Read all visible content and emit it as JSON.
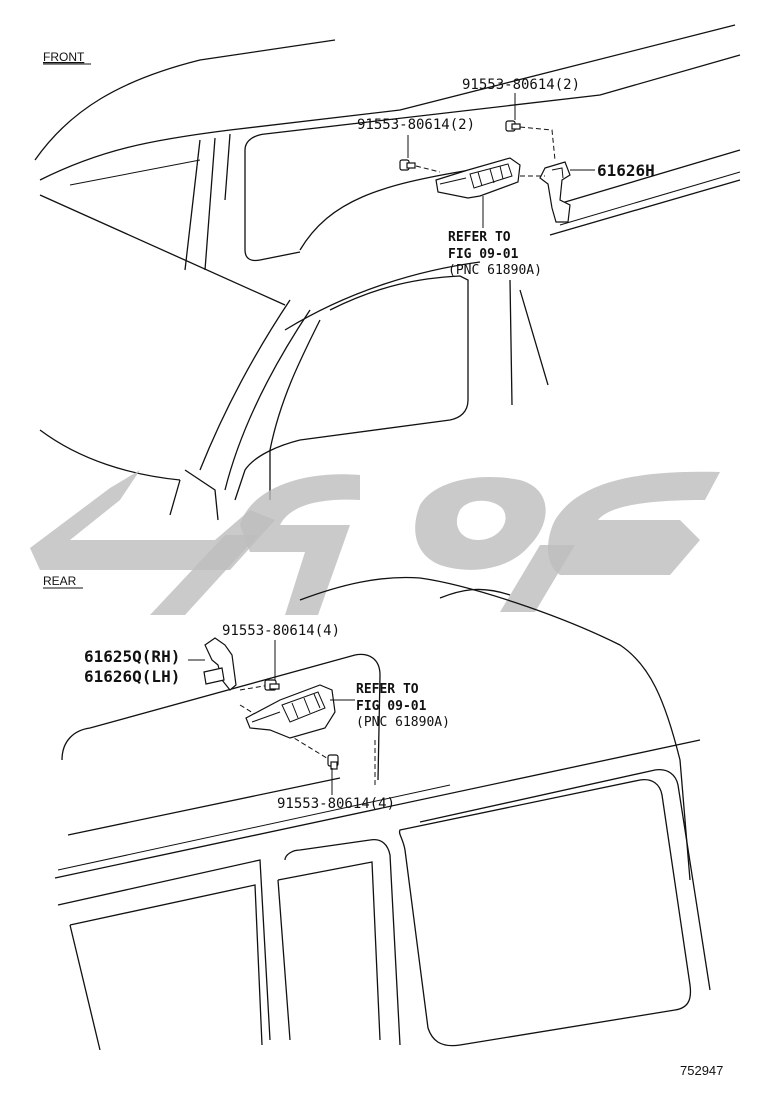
{
  "sections": {
    "front": "FRONT",
    "rear": "REAR"
  },
  "front_labels": {
    "bolt_top": "91553-80614(2)",
    "bolt_left": "91553-80614(2)",
    "bracket": "61626H",
    "refer_line1": "REFER TO",
    "refer_line2": "FIG 09-01",
    "refer_line3": "(PNC 61890A)"
  },
  "rear_labels": {
    "bolt_top": "91553-80614(4)",
    "bracket_rh": "61625Q(RH)",
    "bracket_lh": "61626Q(LH)",
    "refer_line1": "REFER TO",
    "refer_line2": "FIG 09-01",
    "refer_line3": "(PNC 61890A)",
    "bolt_bottom": "91553-80614(4)"
  },
  "illustration_number": "752947",
  "watermark_color": "#bdbdbd"
}
